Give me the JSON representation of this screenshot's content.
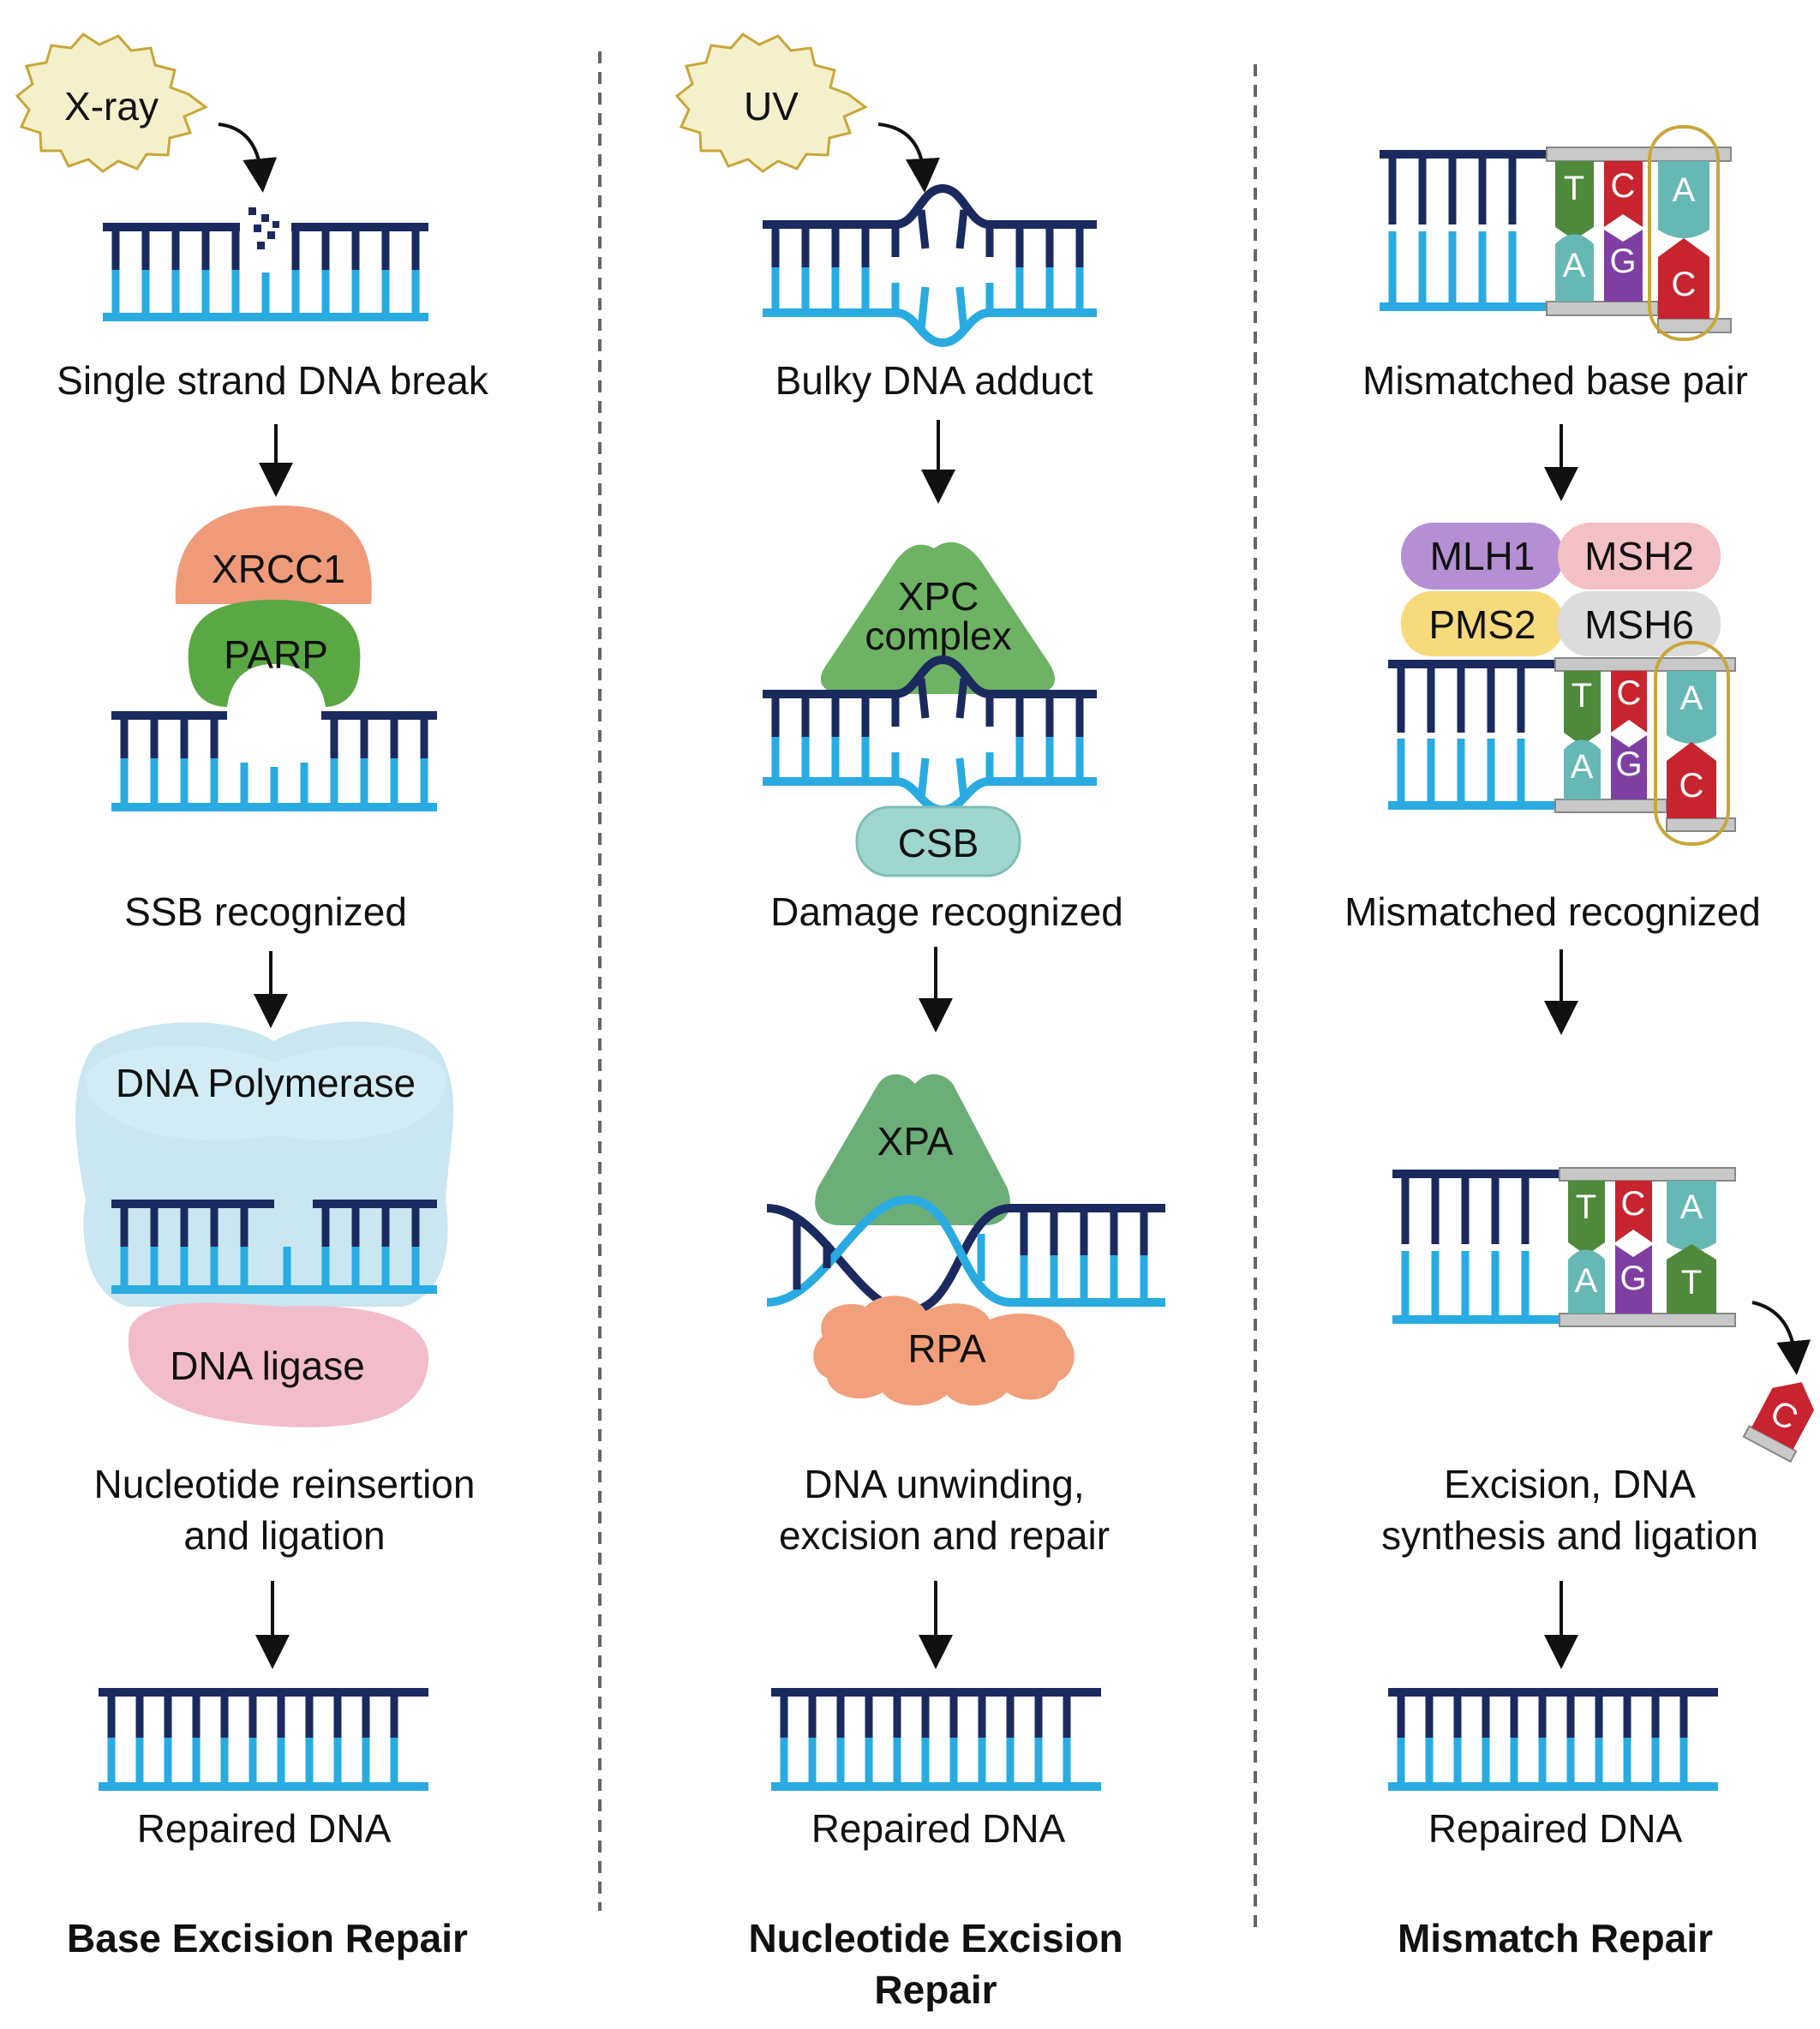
{
  "columns": [
    {
      "title_lines": [
        "Base Excision Repair"
      ],
      "source": "X-ray",
      "steps": [
        "Single strand DNA break",
        "SSB recognized",
        "Nucleotide reinsertion",
        "and ligation",
        "Repaired DNA"
      ],
      "proteins": [
        "XRCC1",
        "PARP",
        "DNA Polymerase",
        "DNA ligase"
      ]
    },
    {
      "title_lines": [
        "Nucleotide Excision",
        "Repair"
      ],
      "source": "UV",
      "steps": [
        "Bulky DNA adduct",
        "Damage recognized",
        "DNA unwinding,",
        "excision and repair",
        "Repaired DNA"
      ],
      "proteins": [
        "XPC",
        "complex",
        "CSB",
        "XPA",
        "RPA"
      ]
    },
    {
      "title_lines": [
        "Mismatch Repair"
      ],
      "steps": [
        "Mismatched base pair",
        "Mismatched recognized",
        "Excision, DNA",
        "synthesis and ligation",
        "Repaired DNA"
      ],
      "proteins": [
        "MLH1",
        "MSH2",
        "PMS2",
        "MSH6"
      ],
      "bases": {
        "panel1": [
          "T",
          "C",
          "A",
          "A",
          "G",
          "C"
        ],
        "panel2": [
          "T",
          "C",
          "A",
          "A",
          "G",
          "C"
        ],
        "panel3": [
          "T",
          "C",
          "A",
          "A",
          "G",
          "T"
        ],
        "excised": "C"
      }
    }
  ],
  "colors": {
    "strand_top": "#1b2a5e",
    "strand_bottom": "#29abe2",
    "xray_burst": "#f5f0cc",
    "xrcc1": "#ef9b7a",
    "parp": "#5aa843",
    "polymerase": "#bfe2ee",
    "ligase": "#f3bccb",
    "xpc": "#6db363",
    "csb": "#9fd6cf",
    "xpa": "#6cae78",
    "rpa": "#f2a07c",
    "mlh1": "#b58fd3",
    "msh2": "#f3c0c6",
    "pms2": "#f7da7c",
    "msh6": "#dcdcdc",
    "base_T": "#4f8a3c",
    "base_C": "#c8242f",
    "base_A": "#66b8b4",
    "base_G": "#7f3fa2"
  }
}
